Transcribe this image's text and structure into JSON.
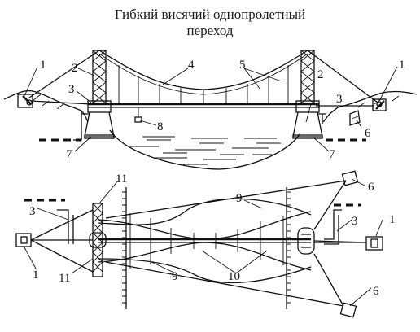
{
  "title": {
    "line1": "Гибкий висячий однопролетный",
    "line2": "переход"
  },
  "elevation_labels": [
    "1",
    "2",
    "3",
    "4",
    "5",
    "8",
    "7",
    "2",
    "3",
    "1",
    "6",
    "7"
  ],
  "plan_labels": [
    "11",
    "9",
    "6",
    "3",
    "3",
    "1",
    "1",
    "11",
    "9",
    "10",
    "6"
  ]
}
